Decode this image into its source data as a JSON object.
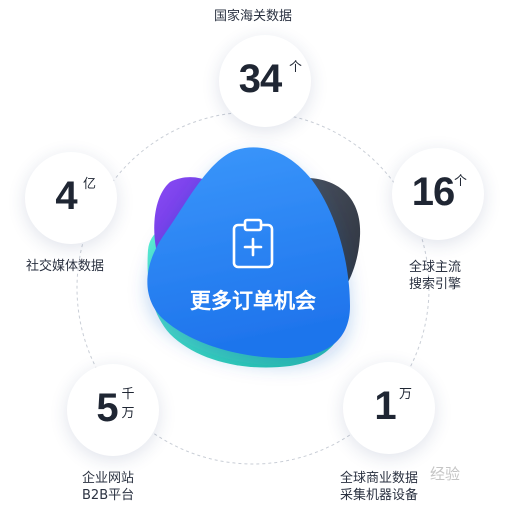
{
  "header": {
    "title": "国家海关数据"
  },
  "center": {
    "label": "更多订单机会",
    "icon": "clipboard-plus-icon"
  },
  "stats": {
    "customs": {
      "number": "34",
      "unit": "个"
    },
    "social": {
      "number": "4",
      "unit": "亿",
      "caption": "社交媒体数据"
    },
    "search": {
      "number": "16",
      "unit": "个",
      "caption_line1": "全球主流",
      "caption_line2": "搜索引擎"
    },
    "sites": {
      "number": "5",
      "unit_line1": "千",
      "unit_line2": "万",
      "caption_line1": "企业网站",
      "caption_line2": "B2B平台"
    },
    "collect": {
      "number": "1",
      "unit": "万",
      "caption_line1": "全球商业数据",
      "caption_line2": "采集机器设备"
    }
  },
  "watermark": {
    "text": "经验"
  },
  "colors": {
    "primary_blue": "#2f86f5",
    "teal": "#3fe0c2",
    "purple": "#7b3cf0",
    "dark_slate": "#3a4250",
    "text_dark": "#1f2633"
  }
}
